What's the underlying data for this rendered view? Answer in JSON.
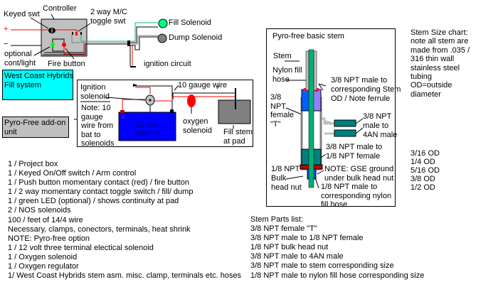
{
  "controller": {
    "keyed_switch": "Keyed swt",
    "controller": "Controller",
    "toggle_line1": "2 way M/C",
    "toggle_line2": "toggle swt",
    "plus": "+",
    "minus": "−",
    "optional_line1": "optional",
    "optional_line2": "cont/light",
    "fire_button": "Fire button",
    "fill_solenoid": "Fill Solenoid",
    "dump_solenoid": "Dump Solenoid",
    "ignition_circuit": "ignition circuit"
  },
  "wch_box": {
    "line1": "West Coast Hybrids",
    "line2": "Fill system"
  },
  "pyro_box": {
    "line1": "Pyro-Free add-on",
    "line2": "unit"
  },
  "pyro_unit": {
    "ignition_line1": "Ignition",
    "ignition_line2": "solenoid",
    "note": [
      "Note: 10",
      "gauge",
      "wire from",
      "bat to",
      "solenoids"
    ],
    "battery_line1": "12 volt",
    "battery_line2": "battery",
    "battery_plus": "+",
    "battery_minus": "−",
    "gauge_wire": "10 gauge wire",
    "oxygen_line1": "oxygen",
    "oxygen_line2": "solenoid",
    "fill_stem_line1": "Fill stem",
    "fill_stem_line2": "at pad"
  },
  "stem_diagram": {
    "title": "Pyro-free basic stem",
    "stem": "Stem",
    "nylon": [
      "Nylon fill",
      "hose"
    ],
    "tee": [
      "3/8",
      "NPT",
      "female",
      "\"T\""
    ],
    "stem_male": [
      "3/8 NPT male to",
      "corresponding Stem",
      "OD / Note ferrule"
    ],
    "an_male": [
      "3/8 NPT",
      "male to",
      "4AN male"
    ],
    "female_adapter": [
      "3/8 NPT male to",
      "1/8 NPT female"
    ],
    "bulkhead": [
      "1/8 NPT",
      "Bulk",
      "head nut"
    ],
    "gse_note": [
      "NOTE: GSE ground",
      "under bulk head nut"
    ],
    "nylon_male": [
      "1/8 NPT male to",
      "corresponding nylon",
      "fill hose"
    ]
  },
  "stem_chart": {
    "header": [
      "Stem Size chart:",
      "note all stem are",
      "made from .035 /",
      "316 thin wall",
      "stainless steel",
      "tubing",
      "OD=outside",
      "diameter"
    ],
    "sizes": [
      "3/16  OD",
      "1/4   OD",
      "5/16 OD",
      "3/8   OD",
      "1/2   OD"
    ]
  },
  "parts_list": [
    "1 / Project box",
    "1 / Keyed On/Off switch / Arm control",
    "1 / Push button momentary contact (red) / fire button",
    "1 / 2 way momentary contact toggle switch / fill/ dump",
    "1 / green LED (optional) / shows continuity at pad",
    "2 / NOS solenoids",
    "100 / feet of 14/4 wire",
    "Necessary, clamps, conectors, terminals, heat shrink",
    "NOTE: Pyro-free option",
    "1 / 12 volt three terminal electical solenoid",
    "1 / Oxygen solenoid",
    "1 / Oxygen regulator",
    "1/ West Coast Hybrids stem asm. misc. clamp, terminals etc. hoses"
  ],
  "stem_parts": {
    "title": "Stem Parts list:",
    "items": [
      "3/8 NPT female \"T\"",
      "3/8 NPT male to 1/8 NPT female",
      "1/8 NPT bulk head nut",
      "3/8 NPT male to 4AN male",
      "3/8 NPT male to stem corresponding size",
      "1/8 NPT male to nylon fill hose corresponding size"
    ]
  },
  "colors": {
    "cyan_box": "#00ffff",
    "gray_box": "#c0c0c0",
    "battery": "#0000ff",
    "wire_red": "#ff0000",
    "wire_green": "#00c080",
    "fill_led": "#00ff00",
    "stem_teal": "#008080"
  }
}
